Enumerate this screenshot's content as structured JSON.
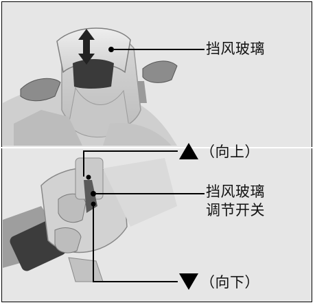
{
  "labels": {
    "windshield": "挡风玻璃",
    "up": "（向上）",
    "switch_line1": "挡风玻璃",
    "switch_line2": "调节开关",
    "down": "（向下）"
  },
  "colors": {
    "panel_background": "#e6e6e6",
    "outline": "#000000"
  }
}
